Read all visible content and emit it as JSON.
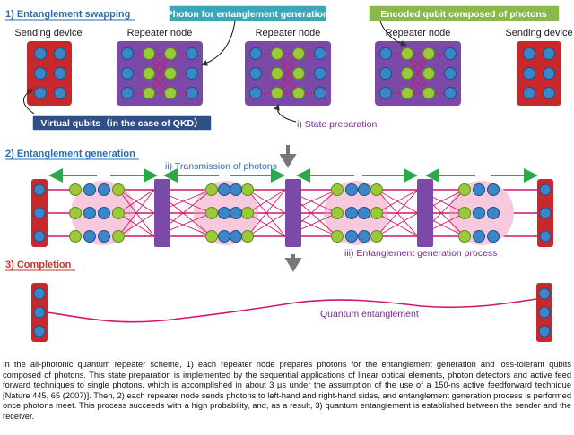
{
  "section1": {
    "title": "1) Entanglement swapping",
    "callout_photon": "Photon for entanglement generation",
    "callout_encoded": "Encoded qubit  composed of photons",
    "sending_left": "Sending device",
    "repeater_1": "Repeater node",
    "repeater_2": "Repeater node",
    "repeater_3": "Repeater node",
    "sending_right": "Sending device",
    "callout_virtual": "Virtual qubits（in the case of QKD）",
    "state_prep": "i) State preparation"
  },
  "section2": {
    "title": "2) Entanglement generation",
    "transmission": "ii) Transmission of photons",
    "process": "iii) Entanglement generation process"
  },
  "section3": {
    "title": "3) Completion",
    "quantum": "Quantum entanglement"
  },
  "caption": "In the all-photonic quantum repeater scheme, 1) each repeater node prepares photons for the entanglement generation and loss-tolerant qubits composed of photons. This state preparation is implemented by the sequential applications of linear optical elements, photon detectors and active feed forward techniques to single photons, which is accomplished in about 3 µs under the assumption of the use of a 150-ns active feedforward technique [Nature 445, 65 (2007)]. Then, 2) each repeater node sends photons to left-hand and right-hand sides, and entanglement generation process is performed once photons meet.  This process succeeds with a high probability, and, as a result, 3) quantum entanglement is established between the sender and the receiver.",
  "colors": {
    "device_red": "#c6282b",
    "repeater_purple": "#7b4aa6",
    "qubit_blue": "#3a86c8",
    "photon_green": "#9cc93a",
    "link_magenta": "#d0176e",
    "halo_pink": "#f6c9dc",
    "arrow_green": "#2aa84a",
    "callout_teal": "#3ba6b8",
    "callout_green": "#8bb84b",
    "callout_navy": "#2e4f8a"
  }
}
